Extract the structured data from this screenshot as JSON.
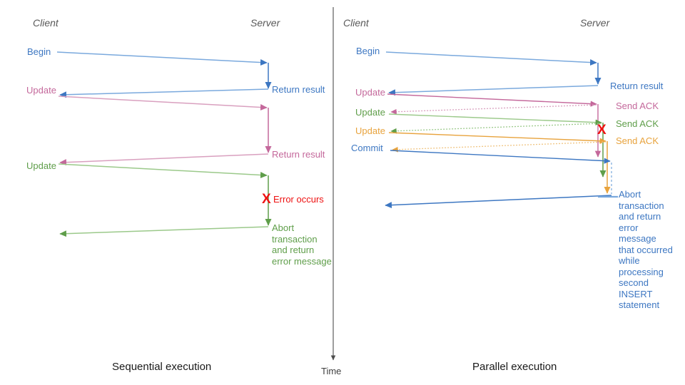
{
  "figure": {
    "title": "Sequential vs parallel transaction execution sequence diagram",
    "time_axis_label": "Time"
  },
  "colors": {
    "blue": "#3d77c2",
    "blue_light": "#7aa9dd",
    "pink": "#c4689b",
    "pink_light": "#d9a0bf",
    "green": "#5f9e4a",
    "green_light": "#9bc98a",
    "orange": "#e8a33d",
    "orange_light": "#f0c481",
    "red": "#ee1111",
    "grey": "#595959",
    "axis": "#4d4d4d"
  },
  "panels": [
    {
      "id": "sequential",
      "caption": "Sequential execution",
      "client_header": "Client",
      "server_header": "Server",
      "client_messages": [
        {
          "label": "Begin",
          "color": "blue"
        },
        {
          "label": "Update",
          "color": "pink"
        },
        {
          "label": "Update",
          "color": "green"
        }
      ],
      "server_messages": [
        {
          "label": "Return result",
          "color": "blue"
        },
        {
          "label": "Return result",
          "color": "pink"
        },
        {
          "label": "Error occurs",
          "color": "red"
        },
        {
          "label": "Abort\ntransaction\nand return\nerror message",
          "color": "green"
        }
      ]
    },
    {
      "id": "parallel",
      "caption": "Parallel execution",
      "client_header": "Client",
      "server_header": "Server",
      "client_messages": [
        {
          "label": "Begin",
          "color": "blue"
        },
        {
          "label": "Update",
          "color": "pink"
        },
        {
          "label": "Update",
          "color": "green"
        },
        {
          "label": "Update",
          "color": "orange"
        },
        {
          "label": "Commit",
          "color": "blue"
        }
      ],
      "server_messages": [
        {
          "label": "Return result",
          "color": "blue"
        },
        {
          "label": "Send ACK",
          "color": "pink"
        },
        {
          "label": "Send ACK",
          "color": "green"
        },
        {
          "label": "Send ACK",
          "color": "orange"
        },
        {
          "label": "Abort\ntransaction\nand return\nerror message\nthat occurred\nwhile\nprocessing\nsecond\nINSERT\nstatement",
          "color": "blue"
        }
      ],
      "error_marker": "X"
    }
  ],
  "error_marker_glyph": "X"
}
